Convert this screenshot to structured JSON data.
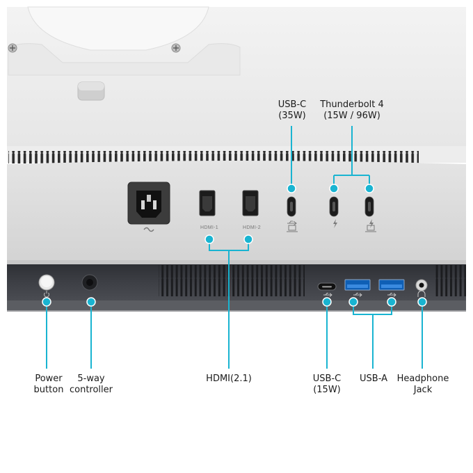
{
  "colors": {
    "callout": "#19b4d1",
    "monitor_light": "#ededed",
    "monitor_mid": "#dcdcdc",
    "bottom_panel": "#3b3d42",
    "port_dark": "#1c1c1c"
  },
  "port_markings": {
    "hdmi1": "HDMI-1",
    "hdmi2": "HDMI-2"
  },
  "callouts": {
    "usbc_top": {
      "line1": "USB-C",
      "line2": "(35W)"
    },
    "thunderbolt": {
      "line1": "Thunderbolt 4",
      "line2": "(15W / 96W)"
    },
    "power_button": {
      "line1": "Power",
      "line2": "button"
    },
    "controller": {
      "line1": "5-way",
      "line2": "controller"
    },
    "hdmi": {
      "line1": "HDMI(2.1)"
    },
    "usbc_bottom": {
      "line1": "USB-C",
      "line2": "(15W)"
    },
    "usba": {
      "line1": "USB-A"
    },
    "headphone": {
      "line1": "Headphone",
      "line2": "Jack"
    }
  },
  "icons": [
    "ac-power-symbol-icon",
    "usb-symbol-icon",
    "laptop-icon",
    "thunderbolt-icon",
    "power-symbol-icon",
    "headphone-symbol-icon"
  ]
}
